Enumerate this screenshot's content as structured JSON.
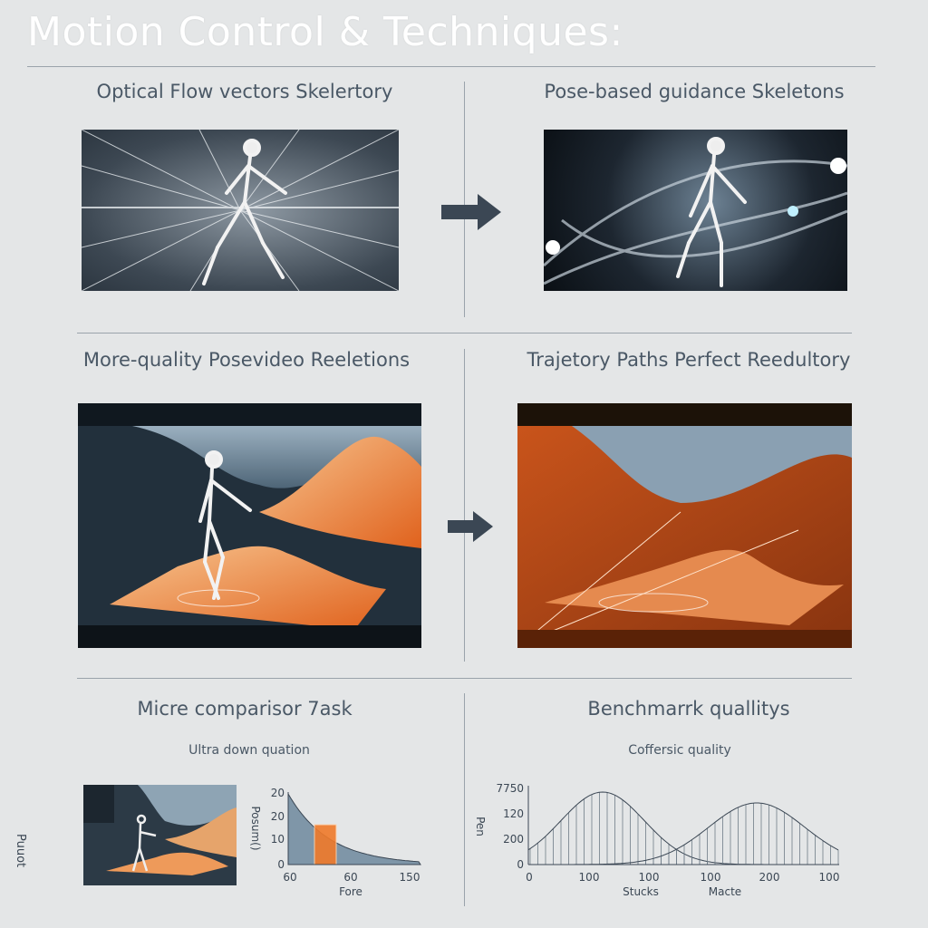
{
  "title": "Motion Control & Techniques:",
  "sections": [
    {
      "title": "Optical Flow vectors Skelertory"
    },
    {
      "title": "Pose-based guidance Skeletons"
    },
    {
      "title": "More-quality Posevideo Reeletions"
    },
    {
      "title": "Trajetory Paths Perfect Reedultory"
    },
    {
      "title": "Micre comparisor 7ask",
      "subtitle": "Ultra down quation",
      "side_label": "Puuot"
    },
    {
      "title": "Benchmarrk quallitys",
      "subtitle": "Coffersic quality"
    }
  ],
  "icons": [
    "arrow-right-icon",
    "skeleton-figure"
  ],
  "colors": {
    "accent": "#f07a2a",
    "dark": "#2a3642",
    "slate": "#7d93a5"
  },
  "chart_data": [
    {
      "type": "area",
      "ylabel": "Posum()",
      "xlabel": "Fore",
      "x_ticks": [
        "60",
        "60",
        "150"
      ],
      "y_ticks": [
        "0",
        "10",
        "20",
        "20"
      ],
      "highlight_bar": true
    },
    {
      "type": "area",
      "ylabel": "Pen",
      "x_ticks": [
        "0",
        "100",
        "100",
        "100",
        "200",
        "100"
      ],
      "y_ticks": [
        "0",
        "200",
        "120",
        "7750"
      ],
      "x_labels": [
        "Stucks",
        "Macte"
      ],
      "grid": false
    }
  ]
}
